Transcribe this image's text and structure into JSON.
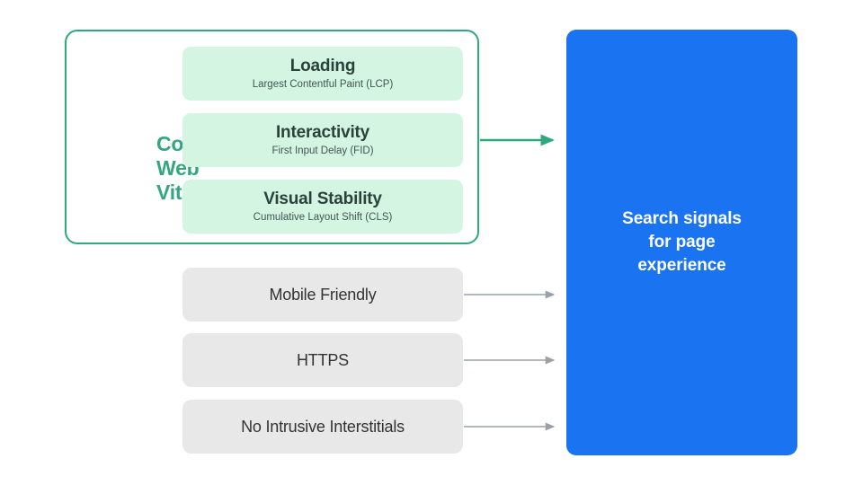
{
  "diagram": {
    "title": "Search signals for page experience",
    "colors": {
      "green_border": "#2FA97A",
      "green_label": "#34A77F",
      "mint_card": "#D5F5E3",
      "grey_card": "#E8E8E8",
      "blue_box": "#1A73F0",
      "grey_arrow": "#9AA0A6",
      "green_arrow": "#2FA97A",
      "background": "#FFFFFF"
    }
  },
  "core_web_vitals": {
    "label": "Core\nWeb\nVitals",
    "label_lines": [
      "Core",
      "Web",
      "Vitals"
    ],
    "metrics": [
      {
        "title": "Loading",
        "subtitle": "Largest Contentful Paint (LCP)"
      },
      {
        "title": "Interactivity",
        "subtitle": "First Input Delay (FID)"
      },
      {
        "title": "Visual Stability",
        "subtitle": "Cumulative Layout Shift (CLS)"
      }
    ]
  },
  "other_signals": [
    {
      "label": "Mobile Friendly"
    },
    {
      "label": "HTTPS"
    },
    {
      "label": "No Intrusive Interstitials"
    }
  ],
  "destination": {
    "text": "Search signals\nfor page\nexperience"
  },
  "connectors": [
    {
      "name": "core-web-vitals-arrow",
      "color": "#2FA97A"
    },
    {
      "name": "mobile-friendly-arrow",
      "color": "#9AA0A6"
    },
    {
      "name": "https-arrow",
      "color": "#9AA0A6"
    },
    {
      "name": "no-intrusive-interstitials-arrow",
      "color": "#9AA0A6"
    }
  ]
}
